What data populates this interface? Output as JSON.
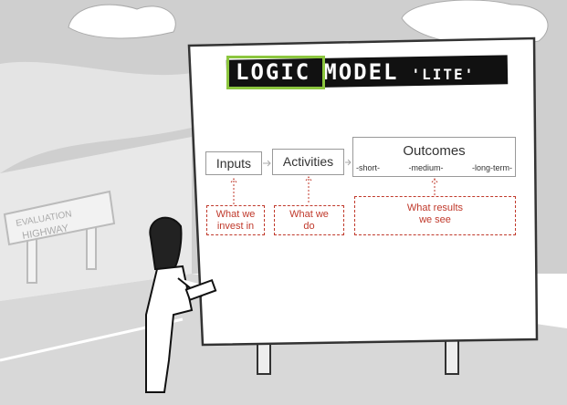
{
  "title": {
    "word1": "LOGIC",
    "word2": "MODEL",
    "word3": "'LITE'"
  },
  "sign": {
    "line1": "EVALUATION",
    "line2": "HIGHWAY"
  },
  "stages": [
    {
      "label": "Inputs",
      "note": "What we invest in"
    },
    {
      "label": "Activities",
      "note": "What we do"
    },
    {
      "label": "Outcomes",
      "note": "What results we see",
      "terms": [
        "-short-",
        "-medium-",
        "-long-term-"
      ]
    }
  ],
  "colors": {
    "highlight": "#8cc63f",
    "note": "#c0392b"
  }
}
